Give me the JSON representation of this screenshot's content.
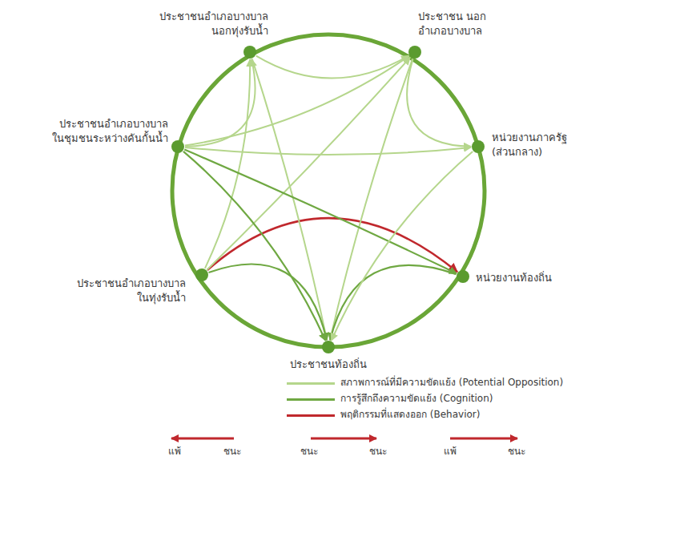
{
  "diagram": {
    "nodes": [
      {
        "text": [
          "ประชาชนอำเภอบางบาล นอกทุ่งรับน้ำ"
        ]
      },
      {
        "text": [
          "ประชาชน นอกอำเภอบางบาล"
        ]
      },
      {
        "text": [
          "ประชาชนอำเภอบางบาล ในชุมชนระหว่างคันกั้นน้ำ"
        ]
      },
      {
        "text": [
          "หน่วยงานภาครัฐ (ส่วนกลาง)"
        ]
      },
      {
        "text": [
          "ประชาชนอำเภอบางบาล ในทุ่งรับน้ำ"
        ]
      },
      {
        "text": [
          "หน่วยงานท้องถิ่น"
        ]
      },
      {
        "text": [
          "ประชาชนท้องถิ่น"
        ]
      }
    ],
    "edges": [
      {
        "from": 4,
        "to": 5,
        "arrow": "to"
      },
      {
        "from": 2,
        "to": 0,
        "arrow": "to"
      },
      {
        "from": 2,
        "to": 1,
        "arrow": "to"
      },
      {
        "from": 2,
        "to": 3,
        "arrow": "to"
      },
      {
        "from": 0,
        "to": 1,
        "arrow": "to"
      },
      {
        "from": 4,
        "to": 0,
        "arrow": "to"
      },
      {
        "from": 4,
        "to": 1,
        "arrow": "to"
      },
      {
        "from": 0,
        "to": 6,
        "arrow": "to"
      },
      {
        "from": 1,
        "to": 3,
        "arrow": "to"
      },
      {
        "from": 1,
        "to": 6,
        "arrow": "to"
      },
      {
        "from": 2,
        "to": 5,
        "arrow": "to"
      },
      {
        "from": 2,
        "to": 6,
        "arrow": "to"
      },
      {
        "from": 4,
        "to": 6,
        "arrow": "to"
      },
      {
        "from": 5,
        "to": 6,
        "arrow": "to"
      },
      {
        "from": 3,
        "to": 6,
        "arrow": "to"
      }
    ],
    "labels": [
      "แพ้",
      "ชนะ",
      "ชนะ",
      "ชนะ",
      "แพ้",
      "ชนะ"
    ],
    "legend": [
      {
        "text": "สภาพการณ์ที่มีความขัดแย้ง (Potential Opposition)"
      },
      {
        "text": "การรู้สึกถึงความขัดแย้ง (Cognition)"
      },
      {
        "text": "พฤติกรรมที่แสดงออก (Behavior)"
      }
    ]
  }
}
